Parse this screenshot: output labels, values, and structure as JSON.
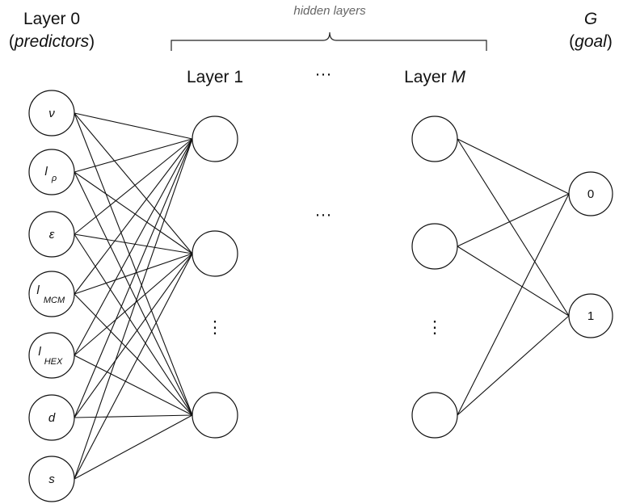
{
  "headers": {
    "layer0_line1": "Layer 0",
    "layer0_line2": "predictors",
    "hidden": "hidden layers",
    "layer1": "Layer 1",
    "layerM_prefix": "Layer ",
    "layerM_var": "M",
    "goal_line1": "G",
    "goal_line2": "goal",
    "ellipsis_h": "···",
    "ellipsis_v": "⋮"
  },
  "predictors": [
    {
      "base": "ν",
      "sub": ""
    },
    {
      "base": "l",
      "sub": "ρ"
    },
    {
      "base": "ε",
      "sub": ""
    },
    {
      "base": "l",
      "sub": "MCM"
    },
    {
      "base": "l",
      "sub": "HEX"
    },
    {
      "base": "d",
      "sub": ""
    },
    {
      "base": "s",
      "sub": ""
    }
  ],
  "outputs": [
    "0",
    "1"
  ],
  "hidden_layer_1_nodes": 3,
  "hidden_layer_M_nodes": 3
}
